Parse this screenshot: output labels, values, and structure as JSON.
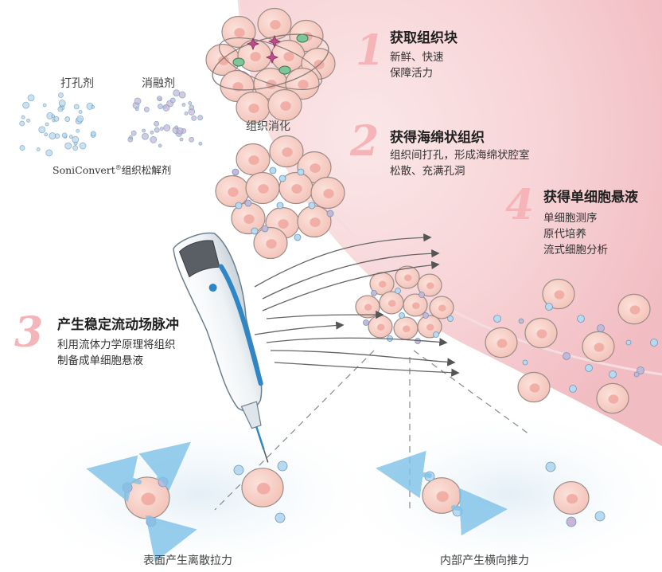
{
  "colors": {
    "cell_fill": "#f7cfc6",
    "cell_nucleus": "#f0a7a0",
    "cell_stroke": "#9b8c86",
    "bubble_blue": "#b8d9ef",
    "bubble_lilac": "#c9b6d6",
    "pink_band": "#f2c4c8",
    "step_number": "#f4b4b8",
    "arrow_blue": "#7fc2e8"
  },
  "steps": [
    {
      "number": "1",
      "title": "获取组织块",
      "lines": [
        "新鲜、快速",
        "保障活力"
      ]
    },
    {
      "number": "2",
      "title": "获得海绵状组织",
      "lines": [
        "组织间打孔，形成海绵状腔室",
        "松散、充满孔洞"
      ]
    },
    {
      "number": "3",
      "title": "产生稳定流动场脉冲",
      "lines": [
        "利用流体力学原理将组织",
        "制备成单细胞悬液"
      ]
    },
    {
      "number": "4",
      "title": "获得单细胞悬液",
      "lines": [
        "单细胞测序",
        "原代培养",
        "流式细胞分析"
      ]
    }
  ],
  "reagents": {
    "perforator": "打孔剂",
    "dissolver": "消融剂",
    "brand": "SoniConvert",
    "brand_mark": "®",
    "product": "组织松解剂"
  },
  "digestion_label": "组织消化",
  "captions": {
    "surface": "表面产生离散拉力",
    "internal": "内部产生横向推力"
  },
  "icons": [
    "tissue-block-icon",
    "sponge-tissue-icon",
    "handheld-device-icon",
    "single-cell-icon",
    "flow-arrow-icon"
  ]
}
